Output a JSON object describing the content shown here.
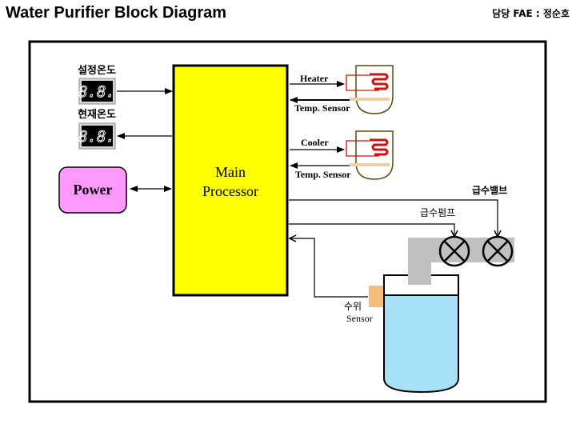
{
  "header": {
    "title": "Water Purifier Block Diagram",
    "author": "담당 FAE : 정순호"
  },
  "diagram": {
    "main_processor": {
      "line1": "Main",
      "line2": "Processor",
      "color": "#ffff00"
    },
    "power": {
      "label": "Power",
      "color": "#ff99ff"
    },
    "set_temp": {
      "label": "설정온도",
      "display": "8.8."
    },
    "current_temp": {
      "label": "현재온도",
      "display": "8.8."
    },
    "heater": {
      "label": "Heater",
      "sensor_label": "Temp. Sensor"
    },
    "cooler": {
      "label": "Cooler",
      "sensor_label": "Temp. Sensor"
    },
    "supply_valve": {
      "label": "급수밸브"
    },
    "supply_pump": {
      "label": "급수펌프"
    },
    "level_sensor": {
      "label_ko": "수위",
      "label_en": "Sensor",
      "color": "#f4be7a"
    },
    "tank": {
      "water_color": "#a6e1f7"
    },
    "pipe_color": "#c0c0c0",
    "coil_color": "#cc1111",
    "sensor_bar_color": "#f0cfa0",
    "vessel_stroke": "#5a4a10"
  }
}
